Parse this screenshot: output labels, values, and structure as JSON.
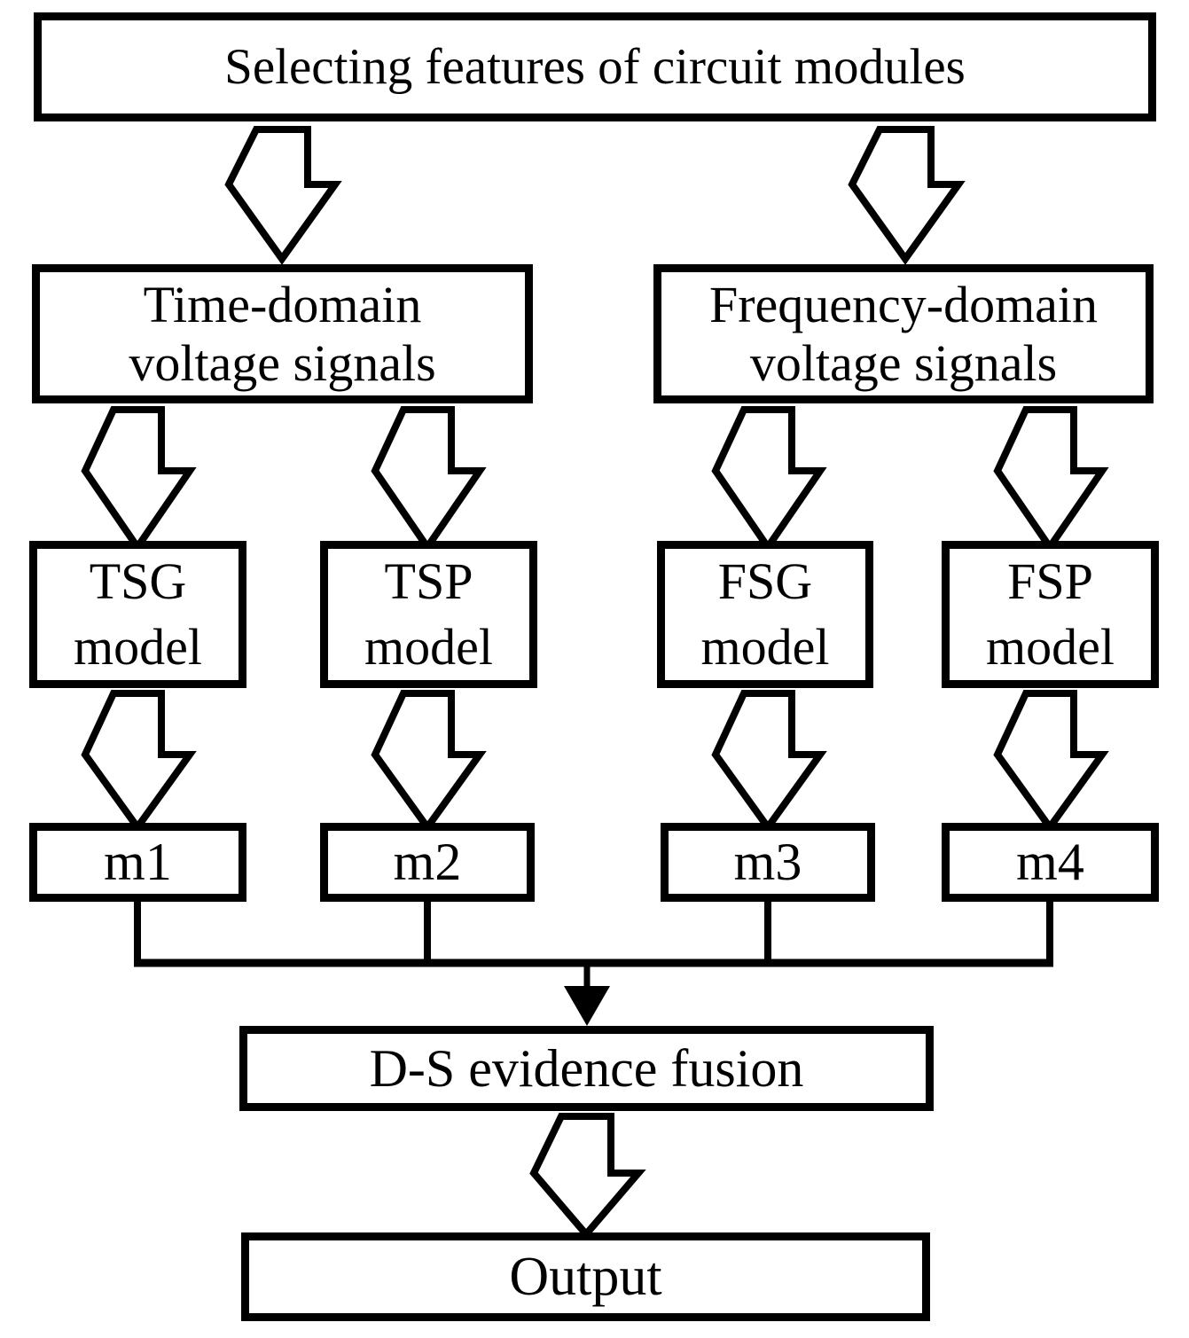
{
  "diagram": {
    "colors": {
      "ink": "#000000",
      "paper": "#ffffff"
    },
    "nodes": {
      "root": {
        "label": "Selecting features of circuit modules"
      },
      "time_domain": {
        "label": "Time-domain\nvoltage signals"
      },
      "frequency_domain": {
        "label": "Frequency-domain\nvoltage signals"
      },
      "tsg": {
        "label": "TSG\nmodel"
      },
      "tsp": {
        "label": "TSP\nmodel"
      },
      "fsg": {
        "label": "FSG\nmodel"
      },
      "fsp": {
        "label": "FSP\nmodel"
      },
      "m1": {
        "label": "m1"
      },
      "m2": {
        "label": "m2"
      },
      "m3": {
        "label": "m3"
      },
      "m4": {
        "label": "m4"
      },
      "fusion": {
        "label": "D-S evidence fusion"
      },
      "output": {
        "label": "Output"
      }
    },
    "edges": [
      {
        "from": "root",
        "to": "time_domain"
      },
      {
        "from": "root",
        "to": "frequency_domain"
      },
      {
        "from": "time_domain",
        "to": "tsg"
      },
      {
        "from": "time_domain",
        "to": "tsp"
      },
      {
        "from": "frequency_domain",
        "to": "fsg"
      },
      {
        "from": "frequency_domain",
        "to": "fsp"
      },
      {
        "from": "tsg",
        "to": "m1"
      },
      {
        "from": "tsp",
        "to": "m2"
      },
      {
        "from": "fsg",
        "to": "m3"
      },
      {
        "from": "fsp",
        "to": "m4"
      },
      {
        "from": "m1",
        "to": "fusion"
      },
      {
        "from": "m2",
        "to": "fusion"
      },
      {
        "from": "m3",
        "to": "fusion"
      },
      {
        "from": "m4",
        "to": "fusion"
      },
      {
        "from": "fusion",
        "to": "output"
      }
    ]
  }
}
